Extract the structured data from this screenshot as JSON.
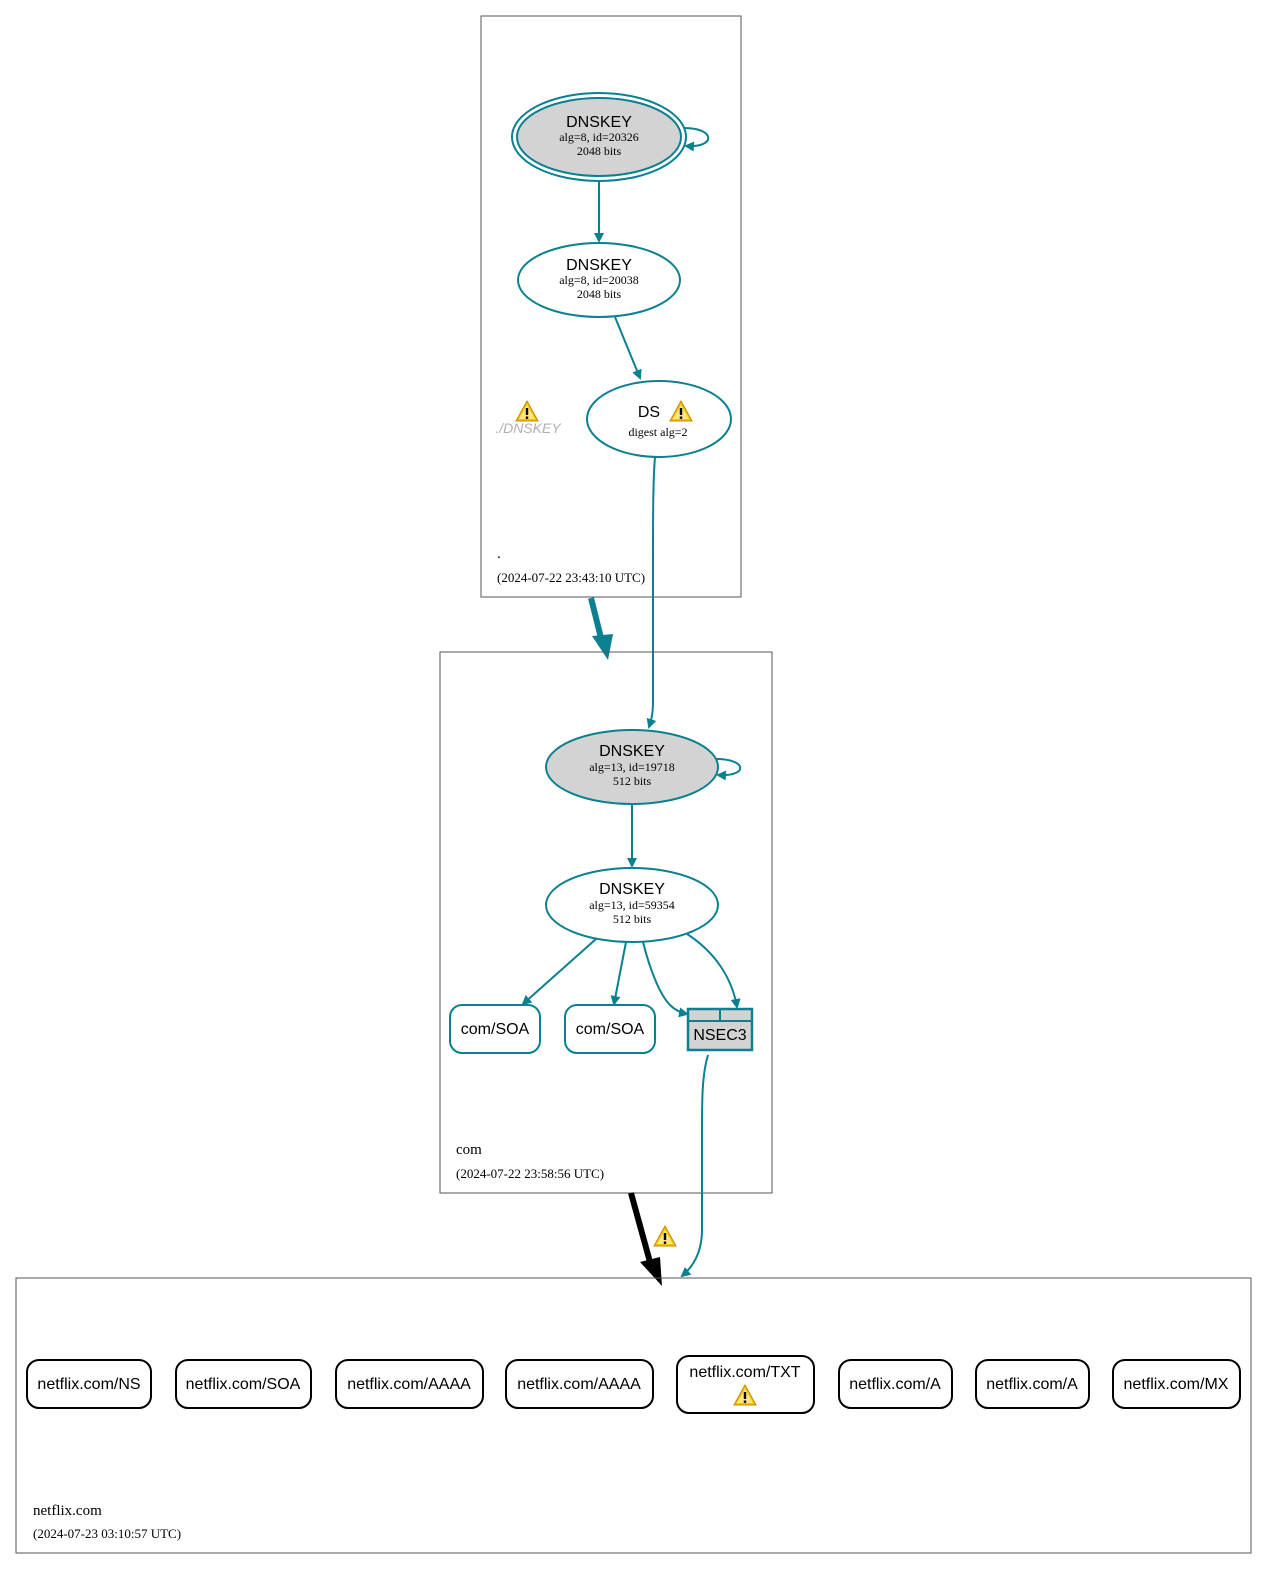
{
  "colors": {
    "secure": "#0a8090",
    "insecure": "#000000",
    "key_fill": "#d3d3d3",
    "warning": "#f5c400",
    "ghost_text": "#b0b0b0"
  },
  "zones": [
    {
      "name": ".",
      "timestamp": "(2024-07-22 23:43:10 UTC)"
    },
    {
      "name": "com",
      "timestamp": "(2024-07-22 23:58:56 UTC)"
    },
    {
      "name": "netflix.com",
      "timestamp": "(2024-07-23 03:10:57 UTC)"
    }
  ],
  "root": {
    "ksk": {
      "title": "DNSKEY",
      "line1": "alg=8, id=20326",
      "line2": "2048 bits"
    },
    "zsk": {
      "title": "DNSKEY",
      "line1": "alg=8, id=20038",
      "line2": "2048 bits"
    },
    "ds": {
      "title": "DS",
      "line1": "digest alg=2",
      "icon": "warning-icon"
    },
    "ghost": {
      "label": "./DNSKEY",
      "icon": "warning-icon"
    }
  },
  "com": {
    "ksk": {
      "title": "DNSKEY",
      "line1": "alg=13, id=19718",
      "line2": "512 bits"
    },
    "zsk": {
      "title": "DNSKEY",
      "line1": "alg=13, id=59354",
      "line2": "512 bits"
    },
    "rrsets": [
      "com/SOA",
      "com/SOA"
    ],
    "nsec3": "NSEC3"
  },
  "netflix": {
    "rrsets": [
      {
        "label": "netflix.com/NS"
      },
      {
        "label": "netflix.com/SOA"
      },
      {
        "label": "netflix.com/AAAA"
      },
      {
        "label": "netflix.com/AAAA"
      },
      {
        "label": "netflix.com/TXT",
        "icon": "warning-icon"
      },
      {
        "label": "netflix.com/A"
      },
      {
        "label": "netflix.com/A"
      },
      {
        "label": "netflix.com/MX"
      }
    ]
  },
  "delegations": [
    {
      "from": ".",
      "to": "com",
      "status": "secure"
    },
    {
      "from": "com",
      "to": "netflix.com",
      "status": "insecure",
      "icon": "warning-icon"
    }
  ]
}
